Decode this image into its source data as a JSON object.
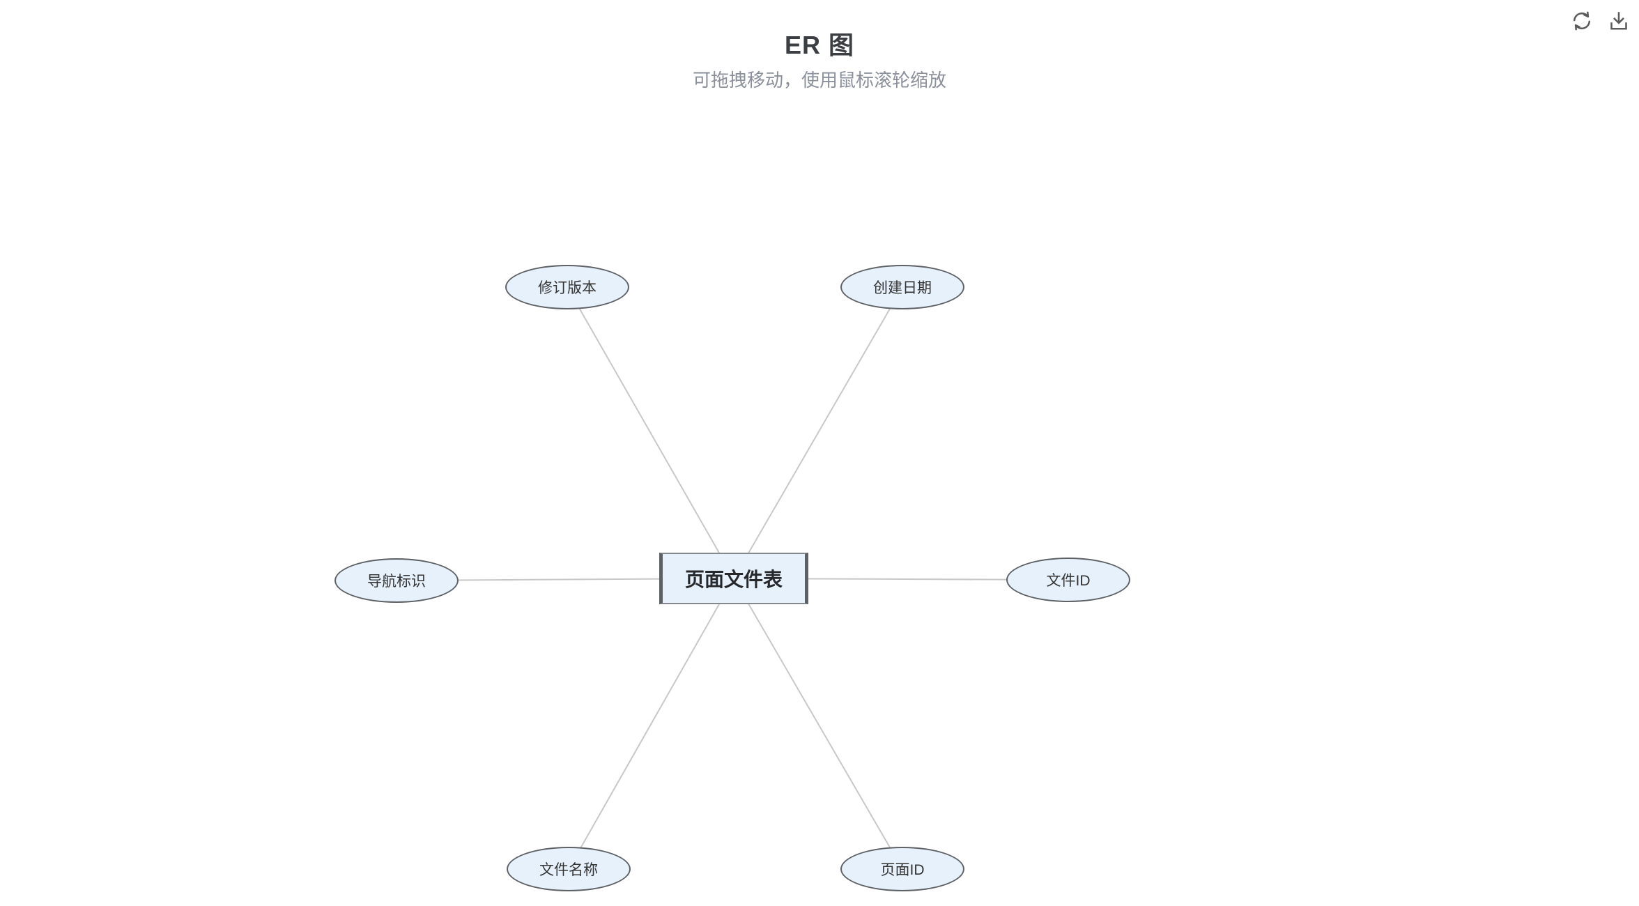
{
  "header": {
    "title": "ER 图",
    "subtitle": "可拖拽移动，使用鼠标滚轮缩放"
  },
  "toolbar": {
    "buttons": [
      {
        "icon": "refresh-icon"
      },
      {
        "icon": "download-icon"
      }
    ]
  },
  "diagram": {
    "entity": {
      "label": "页面文件表"
    },
    "attributes": [
      {
        "label": "修订版本"
      },
      {
        "label": "创建日期"
      },
      {
        "label": "导航标识"
      },
      {
        "label": "文件ID"
      },
      {
        "label": "文件名称"
      },
      {
        "label": "页面ID"
      }
    ],
    "colors": {
      "node_fill": "#e7f1fb",
      "node_border": "#5d6165",
      "edge": "#c8c8c8"
    }
  }
}
